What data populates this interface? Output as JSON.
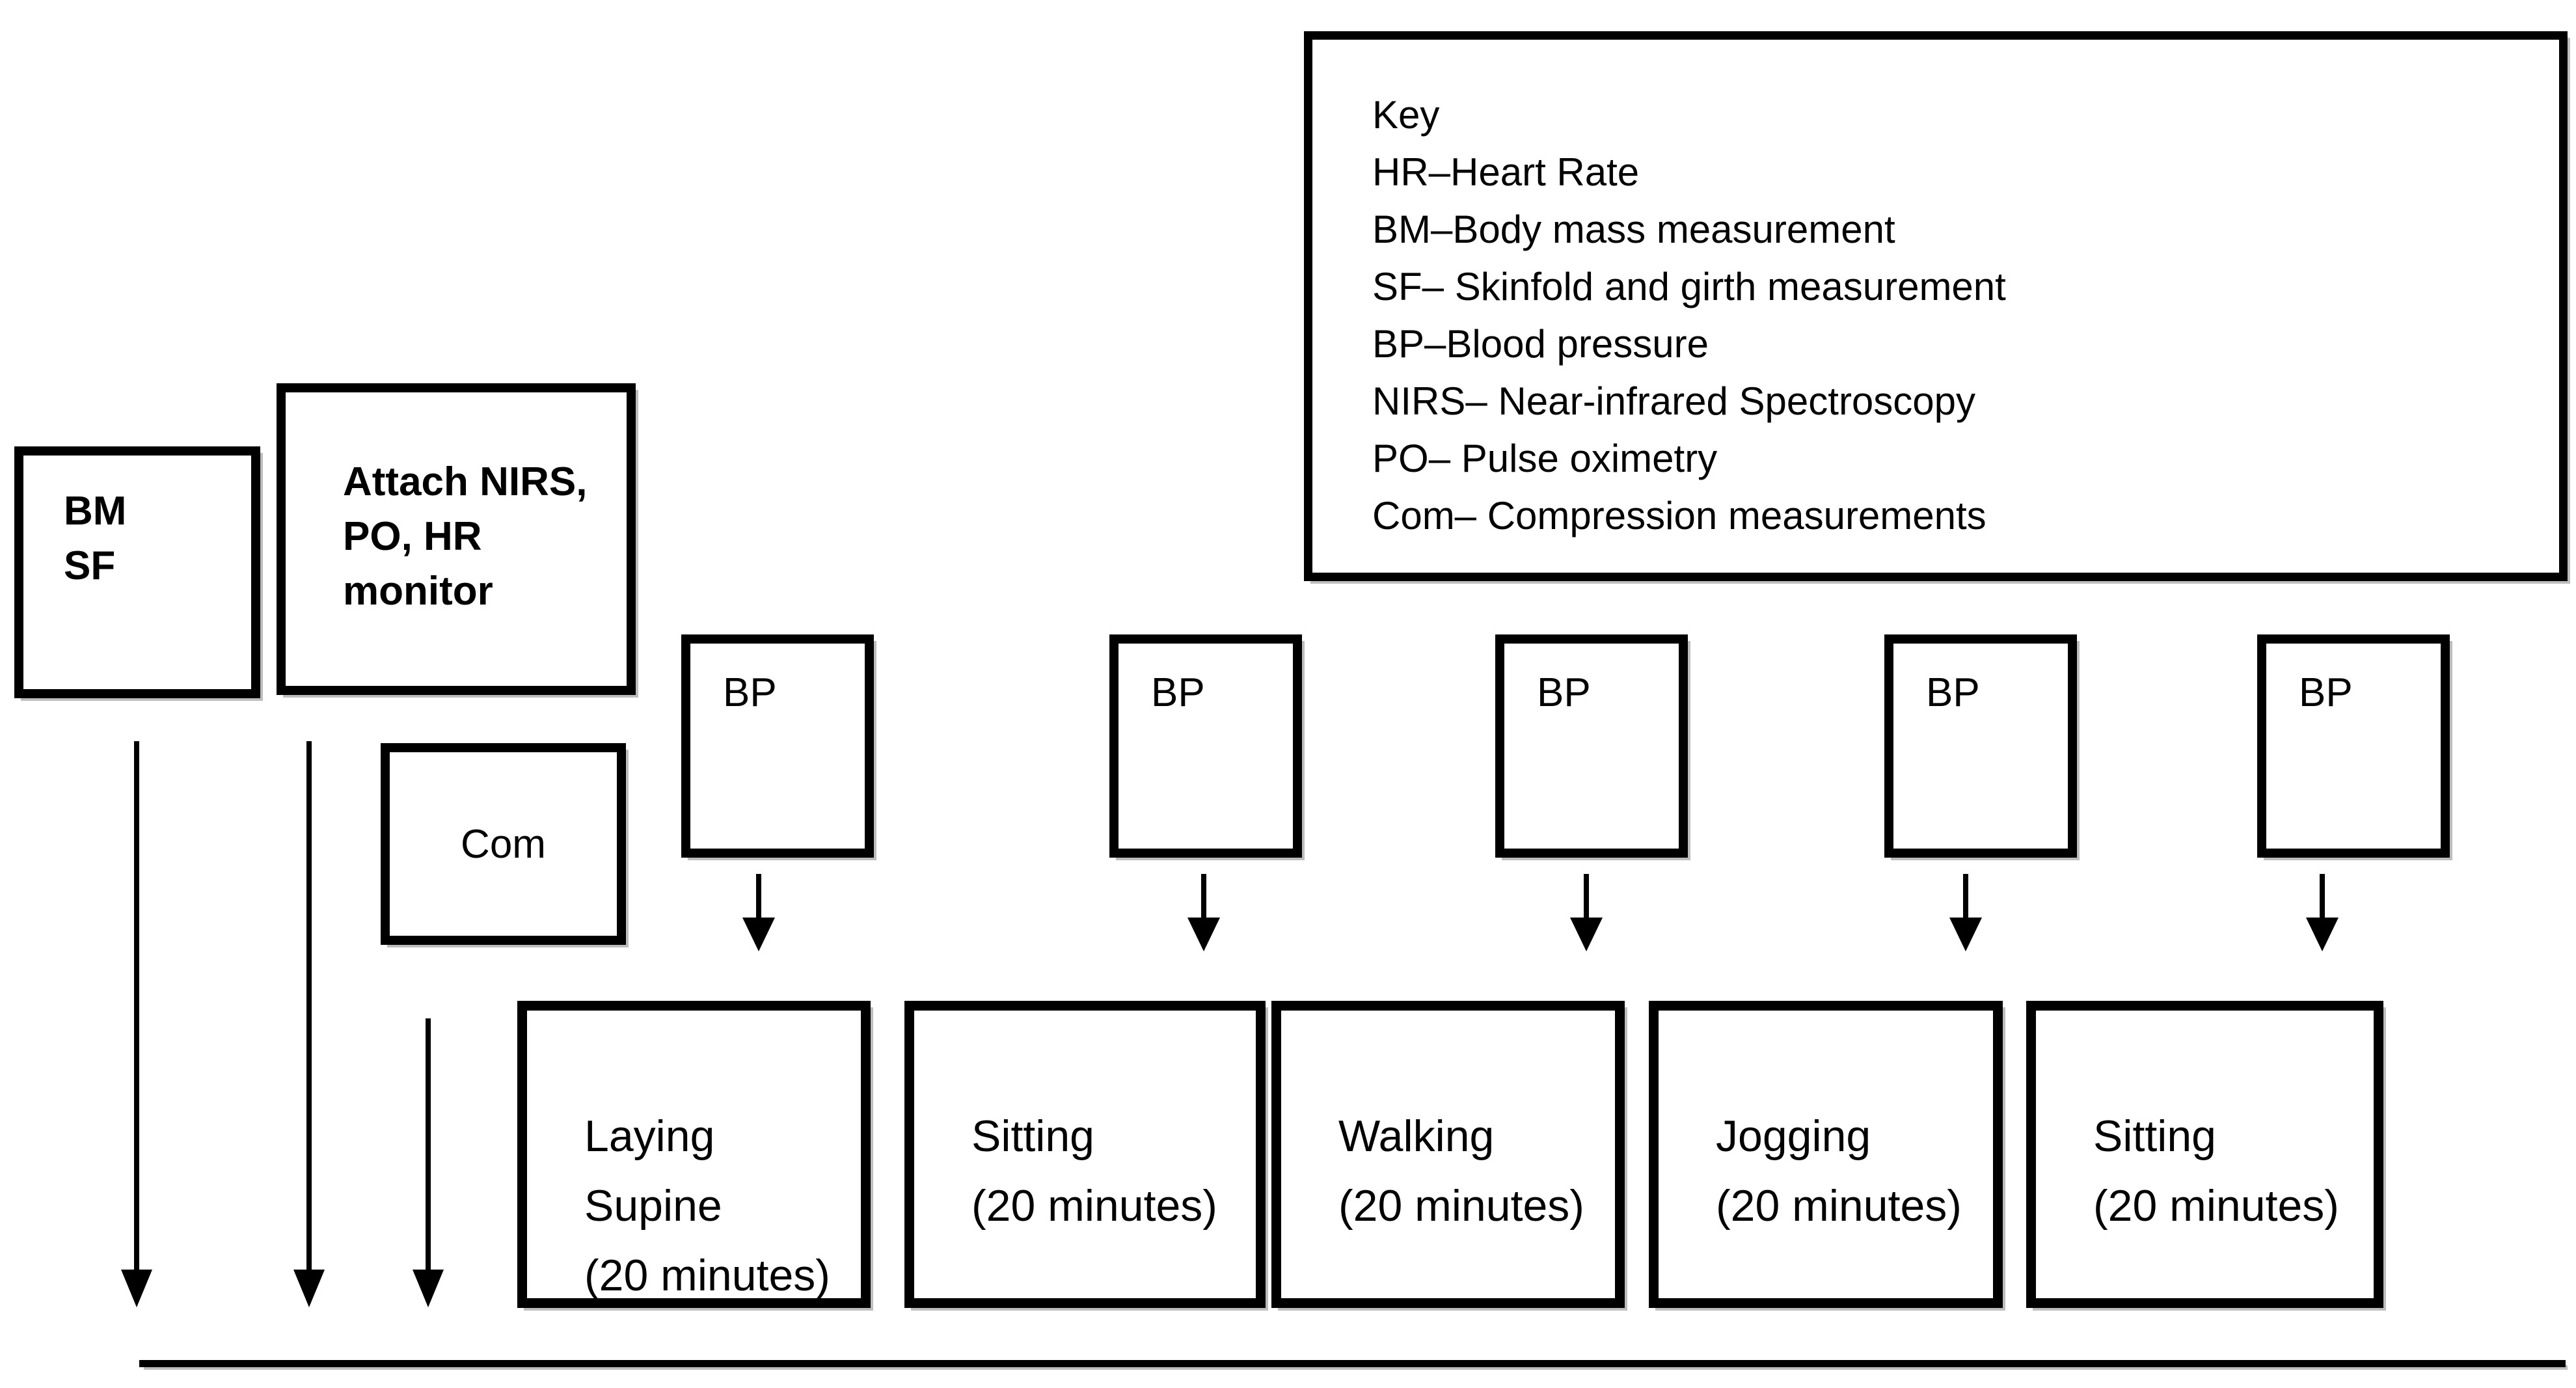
{
  "figure": {
    "background_color": "#ffffff",
    "ink_color": "#000000",
    "shadow_color": "#bdbdbd"
  },
  "key_box": {
    "lines": [
      "Key",
      "HR–Heart Rate",
      "BM–Body mass measurement",
      "SF– Skinfold and girth measurement",
      "BP–Blood pressure",
      "NIRS– Near-infrared Spectroscopy",
      "PO– Pulse oximetry",
      "Com– Compression measurements"
    ]
  },
  "prep": {
    "bm_sf": {
      "lines": [
        "BM",
        "SF"
      ]
    },
    "attach": {
      "lines": [
        "Attach NIRS,",
        "PO, HR",
        "monitor"
      ]
    },
    "com": {
      "label": "Com"
    }
  },
  "bp_row": {
    "labels": [
      "BP",
      "BP",
      "BP",
      "BP",
      "BP"
    ]
  },
  "activities": [
    {
      "lines": [
        "Laying",
        "Supine",
        "(20 minutes)"
      ]
    },
    {
      "lines": [
        "Sitting",
        "(20 minutes)"
      ]
    },
    {
      "lines": [
        "Walking",
        "(20 minutes)"
      ]
    },
    {
      "lines": [
        "Jogging",
        "(20 minutes)"
      ]
    },
    {
      "lines": [
        "Sitting",
        "(20 minutes)"
      ]
    }
  ]
}
